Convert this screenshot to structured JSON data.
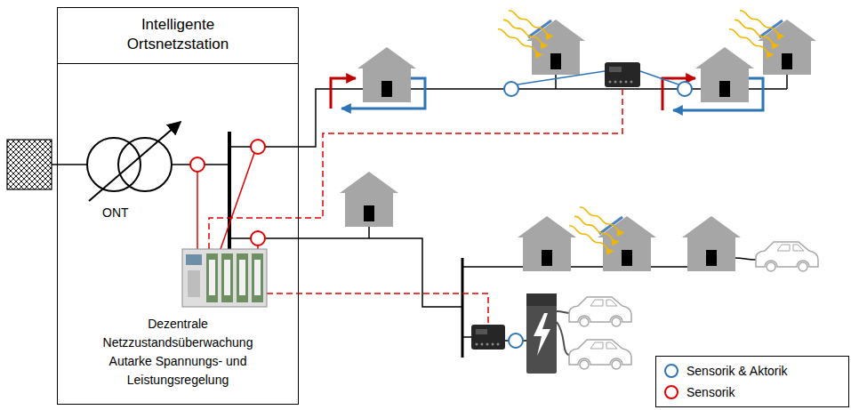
{
  "diagram": {
    "nodes": [
      {
        "text": [
          "Intelligente Ortsnetzstation"
        ]
      },
      {
        "text": [
          "Dezentrale Netzzustandsüberwachung",
          "Autarke Spannungs- und Leistungsregelung"
        ],
        "in": 0
      }
    ],
    "labels": [
      "ONT"
    ],
    "legend": [
      {
        "text": "Sensorik & Aktorik"
      },
      {
        "text": "Sensorik"
      }
    ]
  }
}
